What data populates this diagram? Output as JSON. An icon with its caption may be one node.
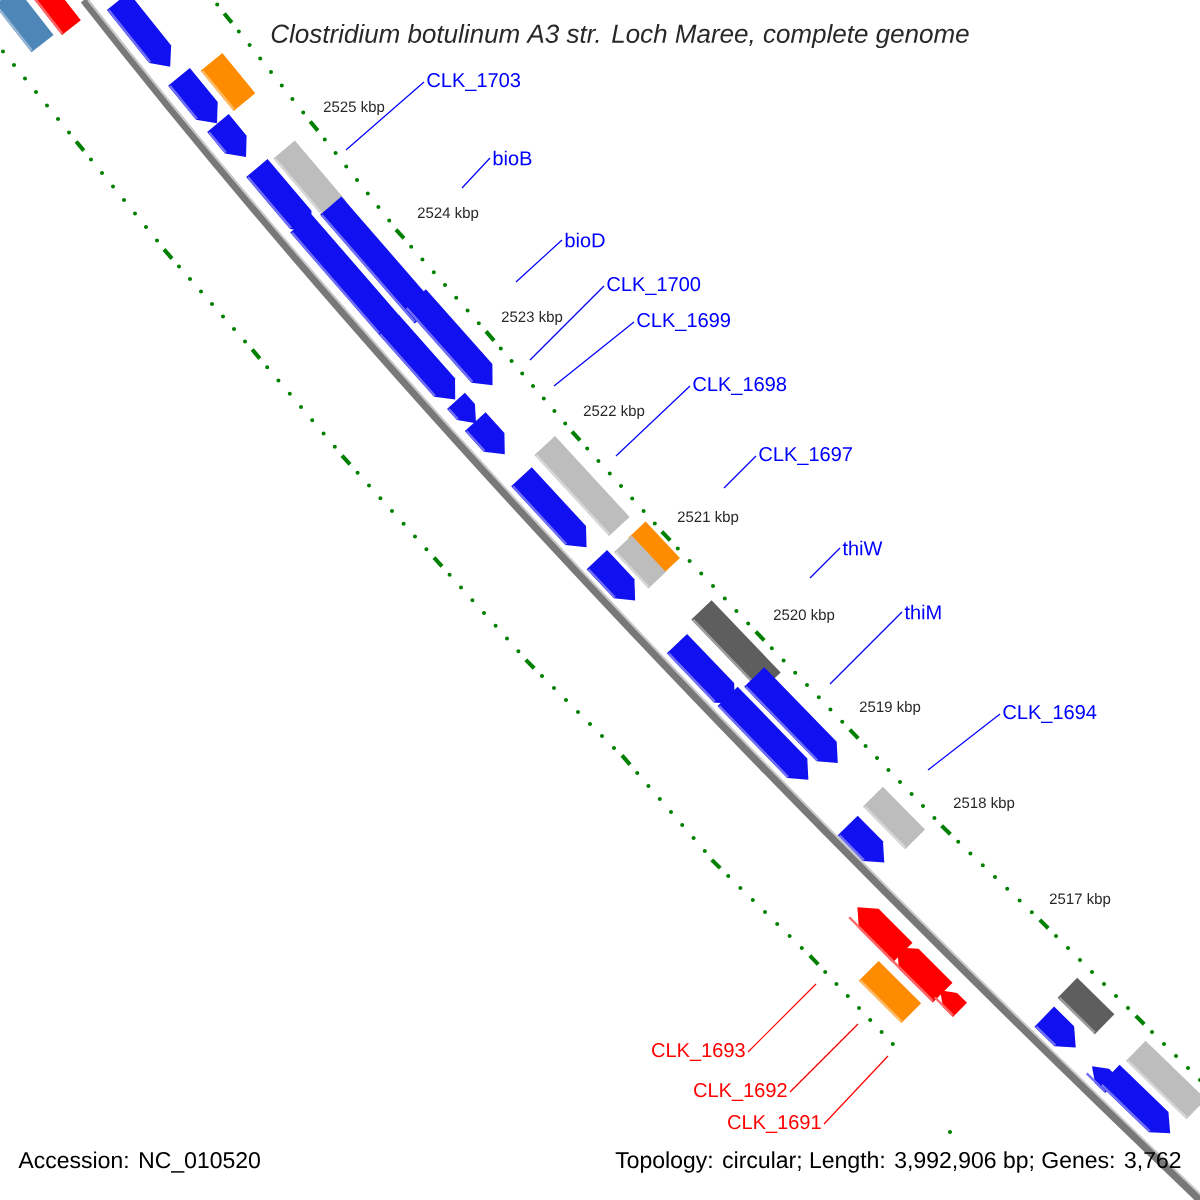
{
  "diagram": {
    "title": "Clostridium botulinum A3 str. Loch Maree, complete genome",
    "nodes": [
      {
        "text": [
          "CLK_1703"
        ]
      },
      {
        "text": [
          "bioB"
        ]
      },
      {
        "text": [
          "bioD"
        ]
      },
      {
        "text": [
          "CLK_1700"
        ]
      },
      {
        "text": [
          "CLK_1699"
        ]
      },
      {
        "text": [
          "CLK_1698"
        ]
      },
      {
        "text": [
          "CLK_1697"
        ]
      },
      {
        "text": [
          "thiW"
        ]
      },
      {
        "text": [
          "thiM"
        ]
      },
      {
        "text": [
          "CLK_1694"
        ]
      },
      {
        "text": [
          "CLK_1693"
        ]
      },
      {
        "text": [
          "CLK_1692"
        ]
      },
      {
        "text": [
          "CLK_1691"
        ]
      }
    ],
    "edges": [
      {
        "from": 0,
        "to": null,
        "arrow": "none"
      },
      {
        "from": 1,
        "to": null,
        "arrow": "none"
      },
      {
        "from": 2,
        "to": null,
        "arrow": "none"
      },
      {
        "from": 3,
        "to": null,
        "arrow": "none"
      },
      {
        "from": 4,
        "to": null,
        "arrow": "none"
      },
      {
        "from": 5,
        "to": null,
        "arrow": "none"
      },
      {
        "from": 6,
        "to": null,
        "arrow": "none"
      },
      {
        "from": 7,
        "to": null,
        "arrow": "none"
      },
      {
        "from": 8,
        "to": null,
        "arrow": "none"
      },
      {
        "from": 9,
        "to": null,
        "arrow": "none"
      },
      {
        "from": 10,
        "to": null,
        "arrow": "none",
        "color": "#ff0000"
      },
      {
        "from": 11,
        "to": null,
        "arrow": "none",
        "color": "#ff0000"
      },
      {
        "from": 12,
        "to": null,
        "arrow": "none",
        "color": "#ff0000"
      }
    ],
    "labels": [
      "2525 kbp",
      "2524 kbp",
      "2523 kbp",
      "2522 kbp",
      "2521 kbp",
      "2520 kbp",
      "2519 kbp",
      "2518 kbp",
      "2517 kbp",
      "Accession: NC_010520",
      "Topology: circular; Length: 3,992,906 bp; Genes: 3,762"
    ]
  }
}
